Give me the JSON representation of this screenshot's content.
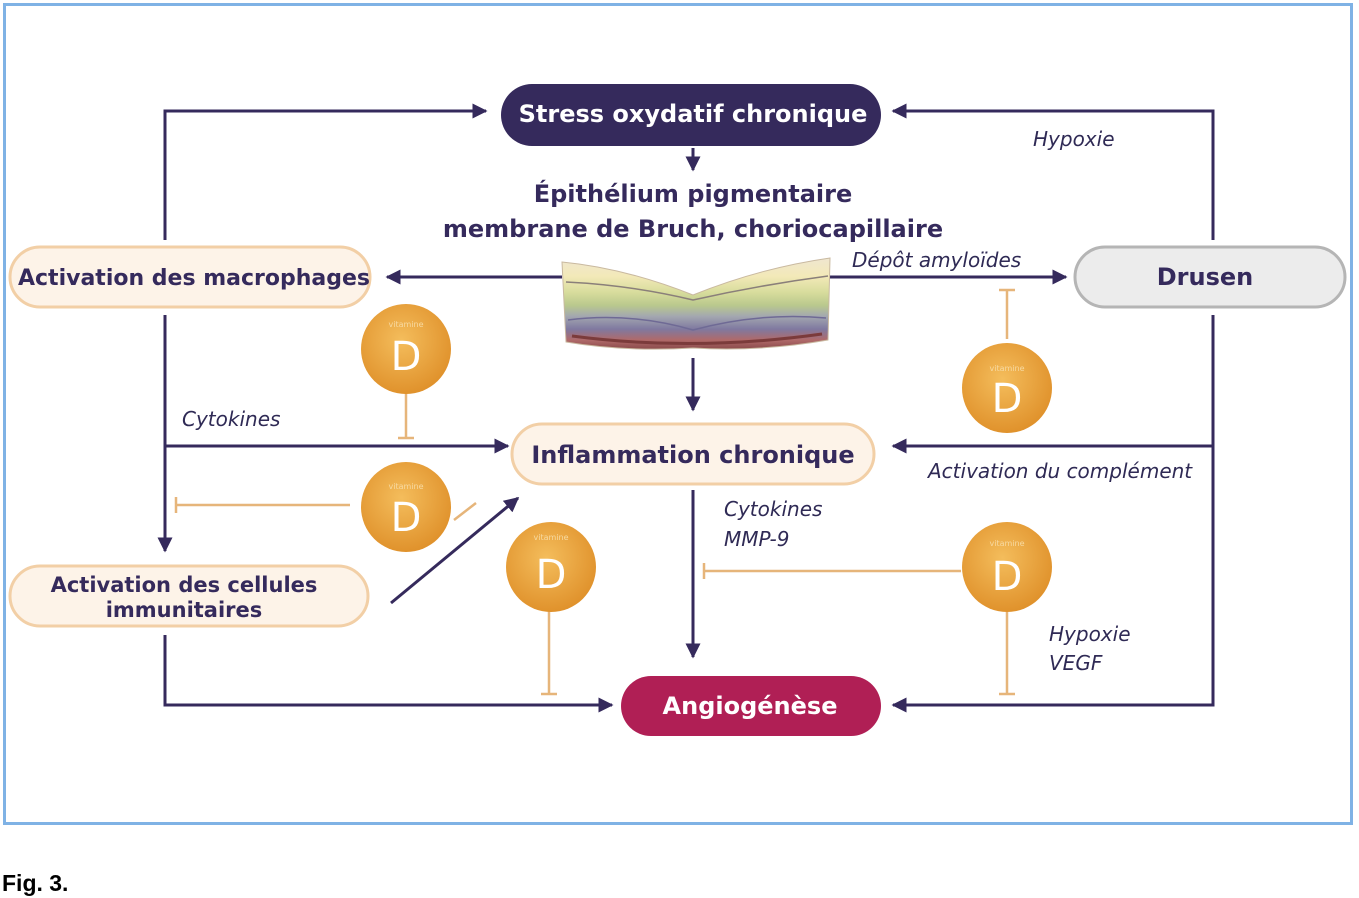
{
  "colors": {
    "dark_navy": "#352a5c",
    "magenta": "#b01f55",
    "peach_fill": "#fdf3e8",
    "peach_border": "#f2cfa6",
    "gray_fill": "#ececec",
    "gray_border": "#b5b5b5",
    "vitamin_orange": "#e8a13a",
    "inhibit_line": "#e6b57a",
    "frame_blue": "#7fb2e5"
  },
  "nodes": {
    "stress": "Stress oxydatif chronique",
    "epithelium_line1": "Épithélium pigmentaire",
    "epithelium_line2": "membrane de Bruch, choriocapillaire",
    "macrophages": "Activation des macrophages",
    "drusen": "Drusen",
    "inflammation": "Inflammation chronique",
    "cellules_line1": "Activation des cellules",
    "cellules_line2": "immunitaires",
    "angiogenese": "Angiogénèse"
  },
  "labels": {
    "hypoxie_top": "Hypoxie",
    "depot": "Dépôt amyloïdes",
    "cytokines_left": "Cytokines",
    "complement": "Activation du complément",
    "cytokines_center": "Cytokines",
    "mmp9": "MMP-9",
    "hypoxie_bottom": "Hypoxie",
    "vegf": "VEGF"
  },
  "vitamin": {
    "letter": "D",
    "small_text": "vitamine"
  },
  "icons": {
    "retina": "retina-cross-section-icon",
    "vitamin": "vitamin-d-capsule-icon"
  },
  "caption": "Fig. 3."
}
